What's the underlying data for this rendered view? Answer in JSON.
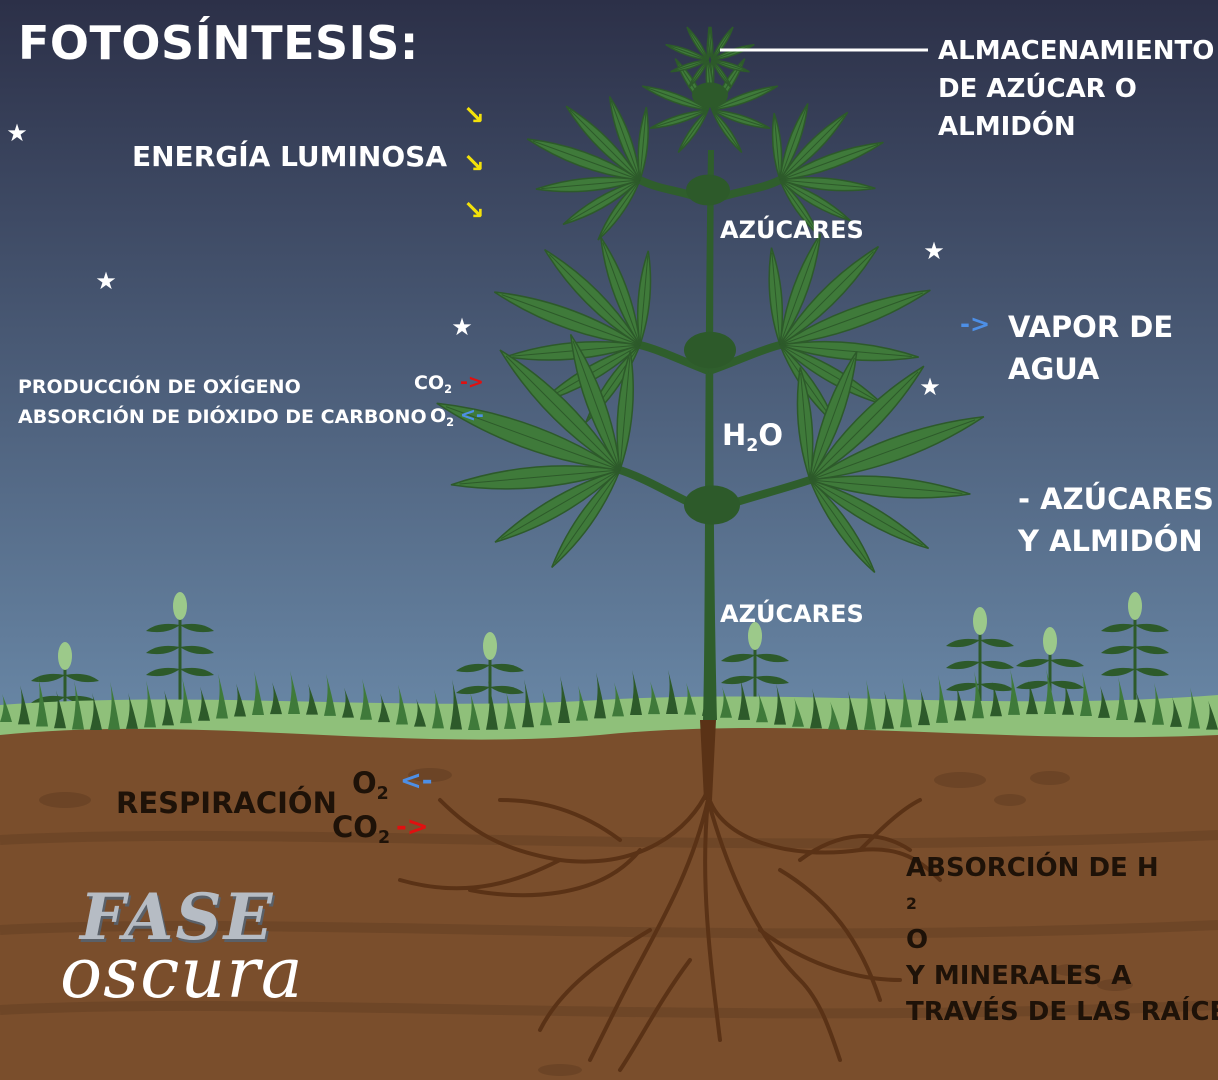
{
  "title": "FOTOSÍNTESIS:",
  "storage_label": [
    "ALMACENAMIENTO",
    "DE AZÚCAR O",
    "ALMIDÓN"
  ],
  "energy_label": "ENERGÍA LUMINOSA",
  "sugars_upper": "AZÚCARES",
  "sugars_lower": "AZÚCARES",
  "vapor_label": [
    "VAPOR DE",
    "AGUA"
  ],
  "oxygen_production": "PRODUCCIÓN DE OXÍGENO",
  "co2_absorption": "ABSORCIÓN DE DIÓXIDO DE CARBONO",
  "leaf_exchange": {
    "co2": {
      "base": "CO",
      "sub": "2"
    },
    "o2": {
      "base": "O",
      "sub": "2"
    }
  },
  "water_label": {
    "base": "H",
    "sub": "2",
    "tail": "O"
  },
  "less_label": [
    "- AZÚCARES",
    "Y ALMIDÓN"
  ],
  "respiration_label": "RESPIRACIÓN",
  "root_exchange": {
    "o2": {
      "base": "O",
      "sub": "2"
    },
    "co2": {
      "base": "CO",
      "sub": "2"
    }
  },
  "absorption_label": {
    "line1_pre": "ABSORCIÓN DE H",
    "line1_sub": "2",
    "line1_post": "O",
    "line2": "Y MINERALES A",
    "line3": "TRAVÉS DE LAS RAÍCES"
  },
  "arrows": {
    "out": "->",
    "in": "<-",
    "light": "↘"
  },
  "star_glyph": "★",
  "logo": {
    "line1": "FASE",
    "line2": "oscura"
  },
  "colors": {
    "sky_top": "#2c3048",
    "sky_bottom": "#6a89a8",
    "soil": "#7a4e2c",
    "soil_dark": "#5a3a20",
    "leaf": "#3f7a3a",
    "leaf_dark": "#2d5a2a",
    "grass": "#8fc07a",
    "root": "#5a3216",
    "light_arrow": "#f3e10a",
    "arrow_red": "#e01010",
    "arrow_blue": "#4d8fe6",
    "text_light": "#ffffff",
    "text_dark": "#1e1208"
  }
}
